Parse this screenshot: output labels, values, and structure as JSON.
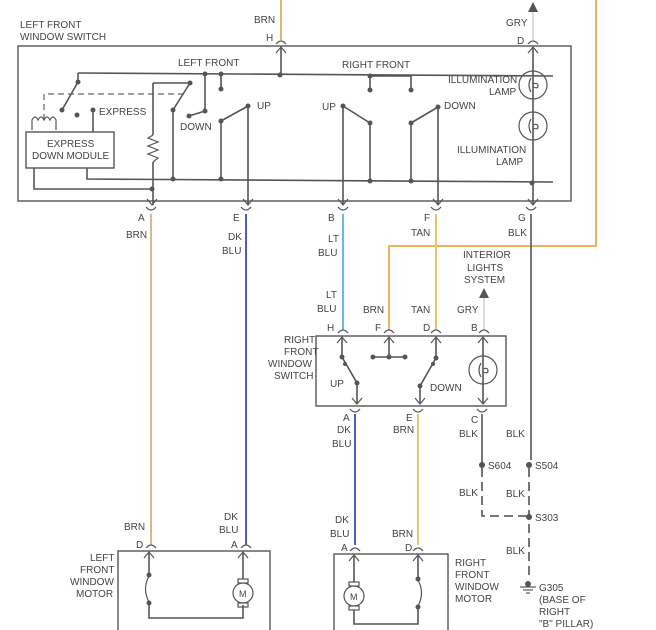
{
  "title": "Power Window Wiring Diagram",
  "colors": {
    "BRN": "#d9b98a",
    "DK_BLU": "#4a5fb8",
    "LT_BLU": "#6fb6e0",
    "TAN": "#e8c56a",
    "GRY": "#d8d8d8",
    "BLK": "#666666",
    "ORANGE_BRN": "#e9b25f"
  },
  "components": {
    "lf_switch": {
      "label_1": "LEFT FRONT",
      "label_2": "WINDOW SWITCH"
    },
    "lf_section": "LEFT FRONT",
    "rf_section": "RIGHT FRONT",
    "express": "EXPRESS",
    "express_module_1": "EXPRESS",
    "express_module_2": "DOWN MODULE",
    "down": "DOWN",
    "up": "UP",
    "illum_lamp_1": "ILLUMINATION",
    "illum_lamp_2": "LAMP",
    "rf_switch": {
      "l1": "RIGHT",
      "l2": "FRONT",
      "l3": "WINDOW",
      "l4": "SWITCH"
    },
    "interior": {
      "l1": "INTERIOR",
      "l2": "LIGHTS",
      "l3": "SYSTEM"
    },
    "lf_motor": {
      "l1": "LEFT",
      "l2": "FRONT",
      "l3": "WINDOW",
      "l4": "MOTOR"
    },
    "rf_motor": {
      "l1": "RIGHT",
      "l2": "FRONT",
      "l3": "WINDOW",
      "l4": "MOTOR"
    },
    "motor_symbol": "M",
    "ground": {
      "id": "G305",
      "l1": "(BASE OF",
      "l2": "RIGHT",
      "l3": "\"B\" PILLAR)"
    }
  },
  "splices": [
    "S604",
    "S504",
    "S303"
  ],
  "pins": {
    "lfs_H": "H",
    "lfs_D": "D",
    "lfs_A": "A",
    "lfs_E": "E",
    "lfs_B": "B",
    "lfs_F": "F",
    "lfs_G": "G",
    "rfs_H": "H",
    "rfs_F": "F",
    "rfs_D": "D",
    "rfs_B": "B",
    "rfs_A": "A",
    "rfs_E": "E",
    "rfs_C": "C",
    "lfm_D": "D",
    "lfm_A": "A",
    "rfm_A": "A",
    "rfm_D": "D"
  },
  "wires": {
    "brn": "BRN",
    "gry": "GRY",
    "dk": "DK",
    "blu": "BLU",
    "lt": "LT",
    "tan": "TAN",
    "blk": "BLK"
  }
}
